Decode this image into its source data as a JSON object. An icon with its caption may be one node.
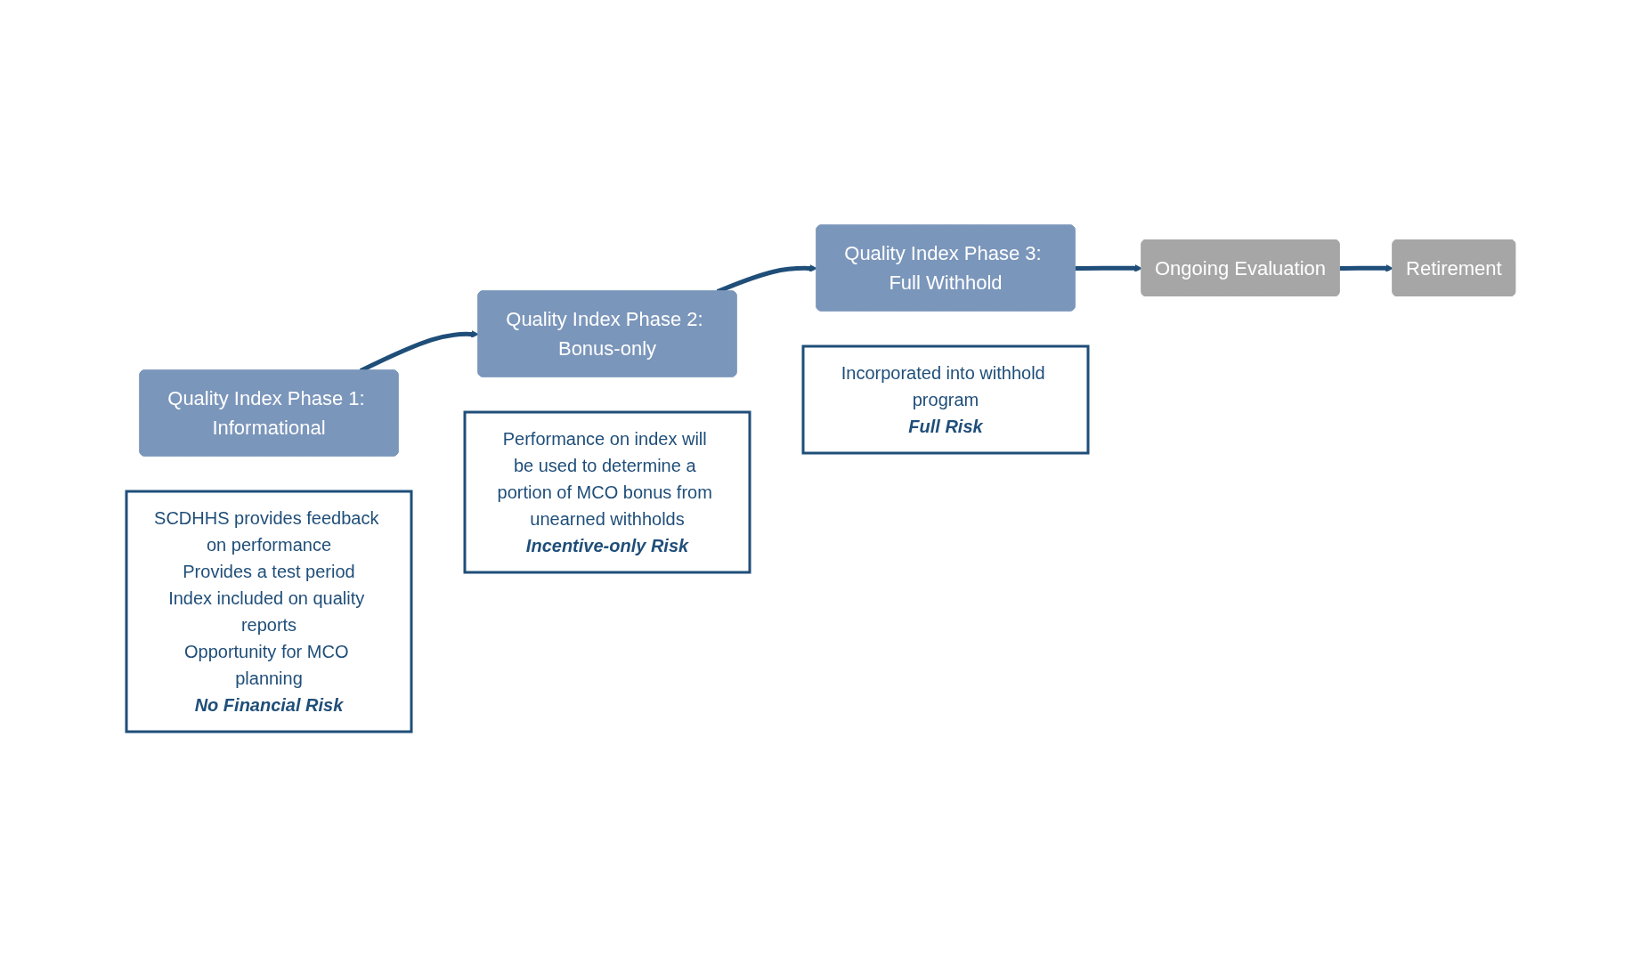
{
  "diagram": {
    "nodes": [
      {
        "text": [
          "Quality Index Phase 1: Informational"
        ]
      },
      {
        "text": [
          "Quality Index Phase 2: Bonus-only"
        ]
      },
      {
        "text": [
          "Quality Index Phase 3: Full Withhold"
        ]
      },
      {
        "text": [
          "Ongoing Evaluation"
        ]
      },
      {
        "text": [
          "Retirement"
        ]
      },
      {
        "text": [
          "SCDHHS provides feedback on performance",
          "Provides a test period",
          "Index included on quality reports",
          "Opportunity for MCO planning",
          "No Financial Risk"
        ]
      },
      {
        "text": [
          "Performance on index will be used to determine a portion of MCO bonus from unearned withholds",
          "Incentive-only Risk"
        ]
      },
      {
        "text": [
          "Incorporated into withhold program",
          "Full Risk"
        ]
      }
    ],
    "edges": [
      {
        "from": 0,
        "to": 1,
        "arrow": "to"
      },
      {
        "from": 1,
        "to": 2,
        "arrow": "to"
      },
      {
        "from": 2,
        "to": 3,
        "arrow": "to"
      },
      {
        "from": 3,
        "to": 4,
        "arrow": "to"
      }
    ]
  }
}
